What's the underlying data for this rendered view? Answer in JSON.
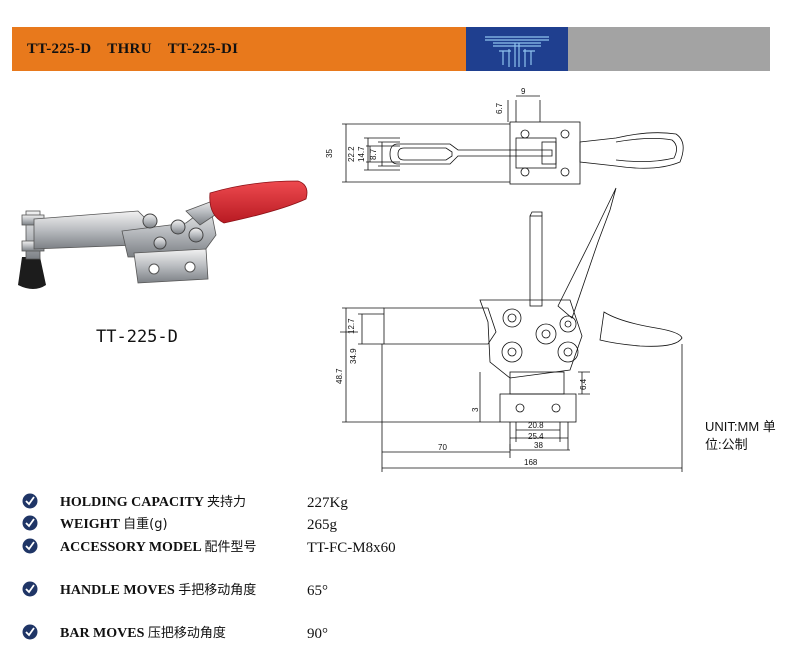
{
  "header": {
    "title": "TT-225-D    THRU    TT-225-DI",
    "logo_icon": "tower-logo-icon",
    "colors": {
      "orange": "#e8791c",
      "blue": "#1f3f8f",
      "gray": "#a3a3a3"
    }
  },
  "photo": {
    "caption": "TT-225-D",
    "icon": "toggle-clamp-photo",
    "handle_color": "#d8232a"
  },
  "drawing": {
    "icon": "toggle-clamp-technical-drawing",
    "dimensions": [
      "9",
      "6.7",
      "35",
      "22.2",
      "14.7",
      "8.7",
      "12.7",
      "34.9",
      "48.7",
      "3",
      "6.4",
      "20.8",
      "25.4",
      "38",
      "70",
      "168"
    ]
  },
  "unit": "UNIT:MM 单位:公制",
  "specs": [
    {
      "label": "HOLDING CAPACITY",
      "label_cn": "夹持力",
      "value": "227Kg"
    },
    {
      "label": "WEIGHT",
      "label_cn": "自重(g)",
      "value": "265g"
    },
    {
      "label": "ACCESSORY MODEL",
      "label_cn": "配件型号",
      "value": "TT-FC-M8x60"
    },
    {
      "label": "HANDLE MOVES",
      "label_cn": "手把移动角度",
      "value": "65°"
    },
    {
      "label": "BAR MOVES",
      "label_cn": "压把移动角度",
      "value": "90°"
    }
  ]
}
